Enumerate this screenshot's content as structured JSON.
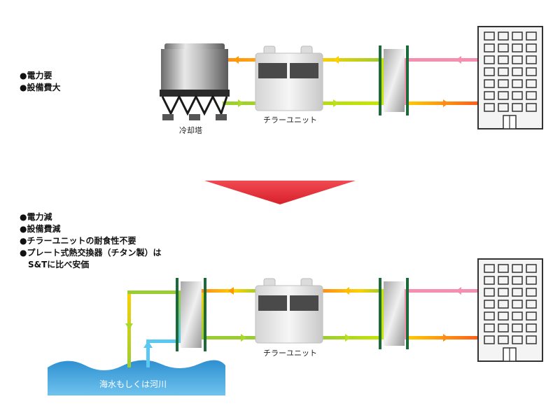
{
  "top": {
    "bullets": [
      "●電力要",
      "●設備費大"
    ],
    "cooling_tower_label": "冷却塔",
    "chiller_label": "チラーユニット"
  },
  "bottom": {
    "bullets": [
      "●電力減",
      "●設備費減",
      "●チラーユニットの耐食性不要",
      "●プレート式熱交換器（チタン製）は"
    ],
    "bullet_continuation": "S&Tに比べ安価",
    "chiller_label": "チラーユニット",
    "sea_label": "海水もしくは河川"
  },
  "colors": {
    "arrow_red": "#e8303a",
    "hx_bar": "#1b6b3a",
    "sea": "#3a9fd6",
    "pipe_green": "#9acd32",
    "pipe_yellow": "#ffd000",
    "pipe_orange": "#ff8c1a",
    "pipe_pink": "#f58fb0",
    "pipe_blue": "#5ac8f0"
  }
}
